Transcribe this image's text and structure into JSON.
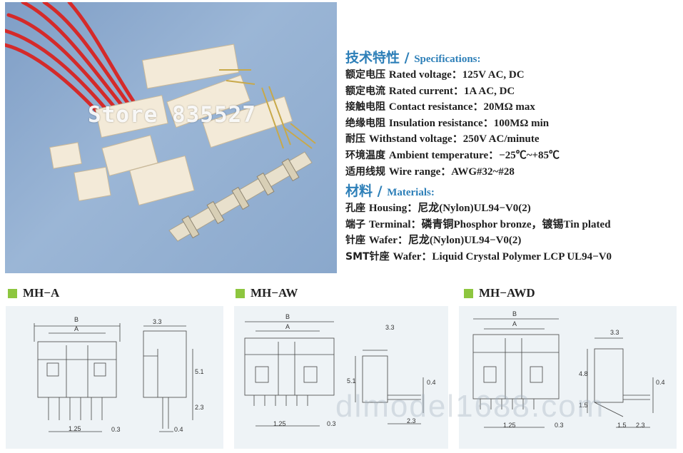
{
  "photo": {
    "watermark": "Store 835527"
  },
  "specifications": {
    "title_cn": "技术特性 /",
    "title_en": "Specifications:",
    "lines": [
      {
        "cn": "额定电压",
        "en": "Rated voltage：125V AC, DC"
      },
      {
        "cn": "额定电流",
        "en": "Rated current：1A AC, DC"
      },
      {
        "cn": "接触电阻",
        "en": "Contact resistance：20MΩ max"
      },
      {
        "cn": "绝缘电阻",
        "en": "Insulation resistance：100MΩ min"
      },
      {
        "cn": "耐压",
        "en": "Withstand voltage：250V AC/minute"
      },
      {
        "cn": "环境温度",
        "en": "Ambient temperature：−25℃~+85℃"
      },
      {
        "cn": "适用线规",
        "en": "Wire range：AWG#32~#28"
      }
    ]
  },
  "materials": {
    "title_cn": "材料 /",
    "title_en": "Materials:",
    "lines": [
      {
        "cn": "孔座",
        "en": "Housing：尼龙(Nylon)UL94−V0(2)"
      },
      {
        "cn": "端子",
        "en": "Terminal：磷青铜Phosphor bronze，镀锡Tin plated"
      },
      {
        "cn": "针座",
        "en": "Wafer：尼龙(Nylon)UL94−V0(2)"
      },
      {
        "cn": "SMT针座",
        "en": "Wafer：Liquid Crystal Polymer LCP UL94−V0"
      }
    ]
  },
  "variants": [
    {
      "label": "MH−A",
      "dims": {
        "B": "B",
        "A": "A",
        "top": "3.3",
        "h1": "5.1",
        "h2": "2.3",
        "pitch": "1.25",
        "w1": "0.3",
        "w2": "0.4"
      }
    },
    {
      "label": "MH−AW",
      "dims": {
        "B": "B",
        "A": "A",
        "top": "3.3",
        "h1": "5.1",
        "h2": "0.4",
        "pitch": "1.25",
        "w1": "0.3",
        "w2": "2.3"
      }
    },
    {
      "label": "MH−AWD",
      "dims": {
        "B": "B",
        "A": "A",
        "top": "3.3",
        "h1": "4.8",
        "h2": "1.5",
        "h3": "0.4",
        "pitch": "1.25",
        "w1": "0.3",
        "w2": "1.5",
        "w3": "2.3"
      }
    }
  ],
  "colors": {
    "accent_blue": "#2d7fb8",
    "marker_green": "#8dc63f",
    "panel_bg": "#eef3f6",
    "wire_red": "#d42a2a",
    "connector_cream": "#f3ead8"
  },
  "page_watermark": "dlmodel1688.com"
}
